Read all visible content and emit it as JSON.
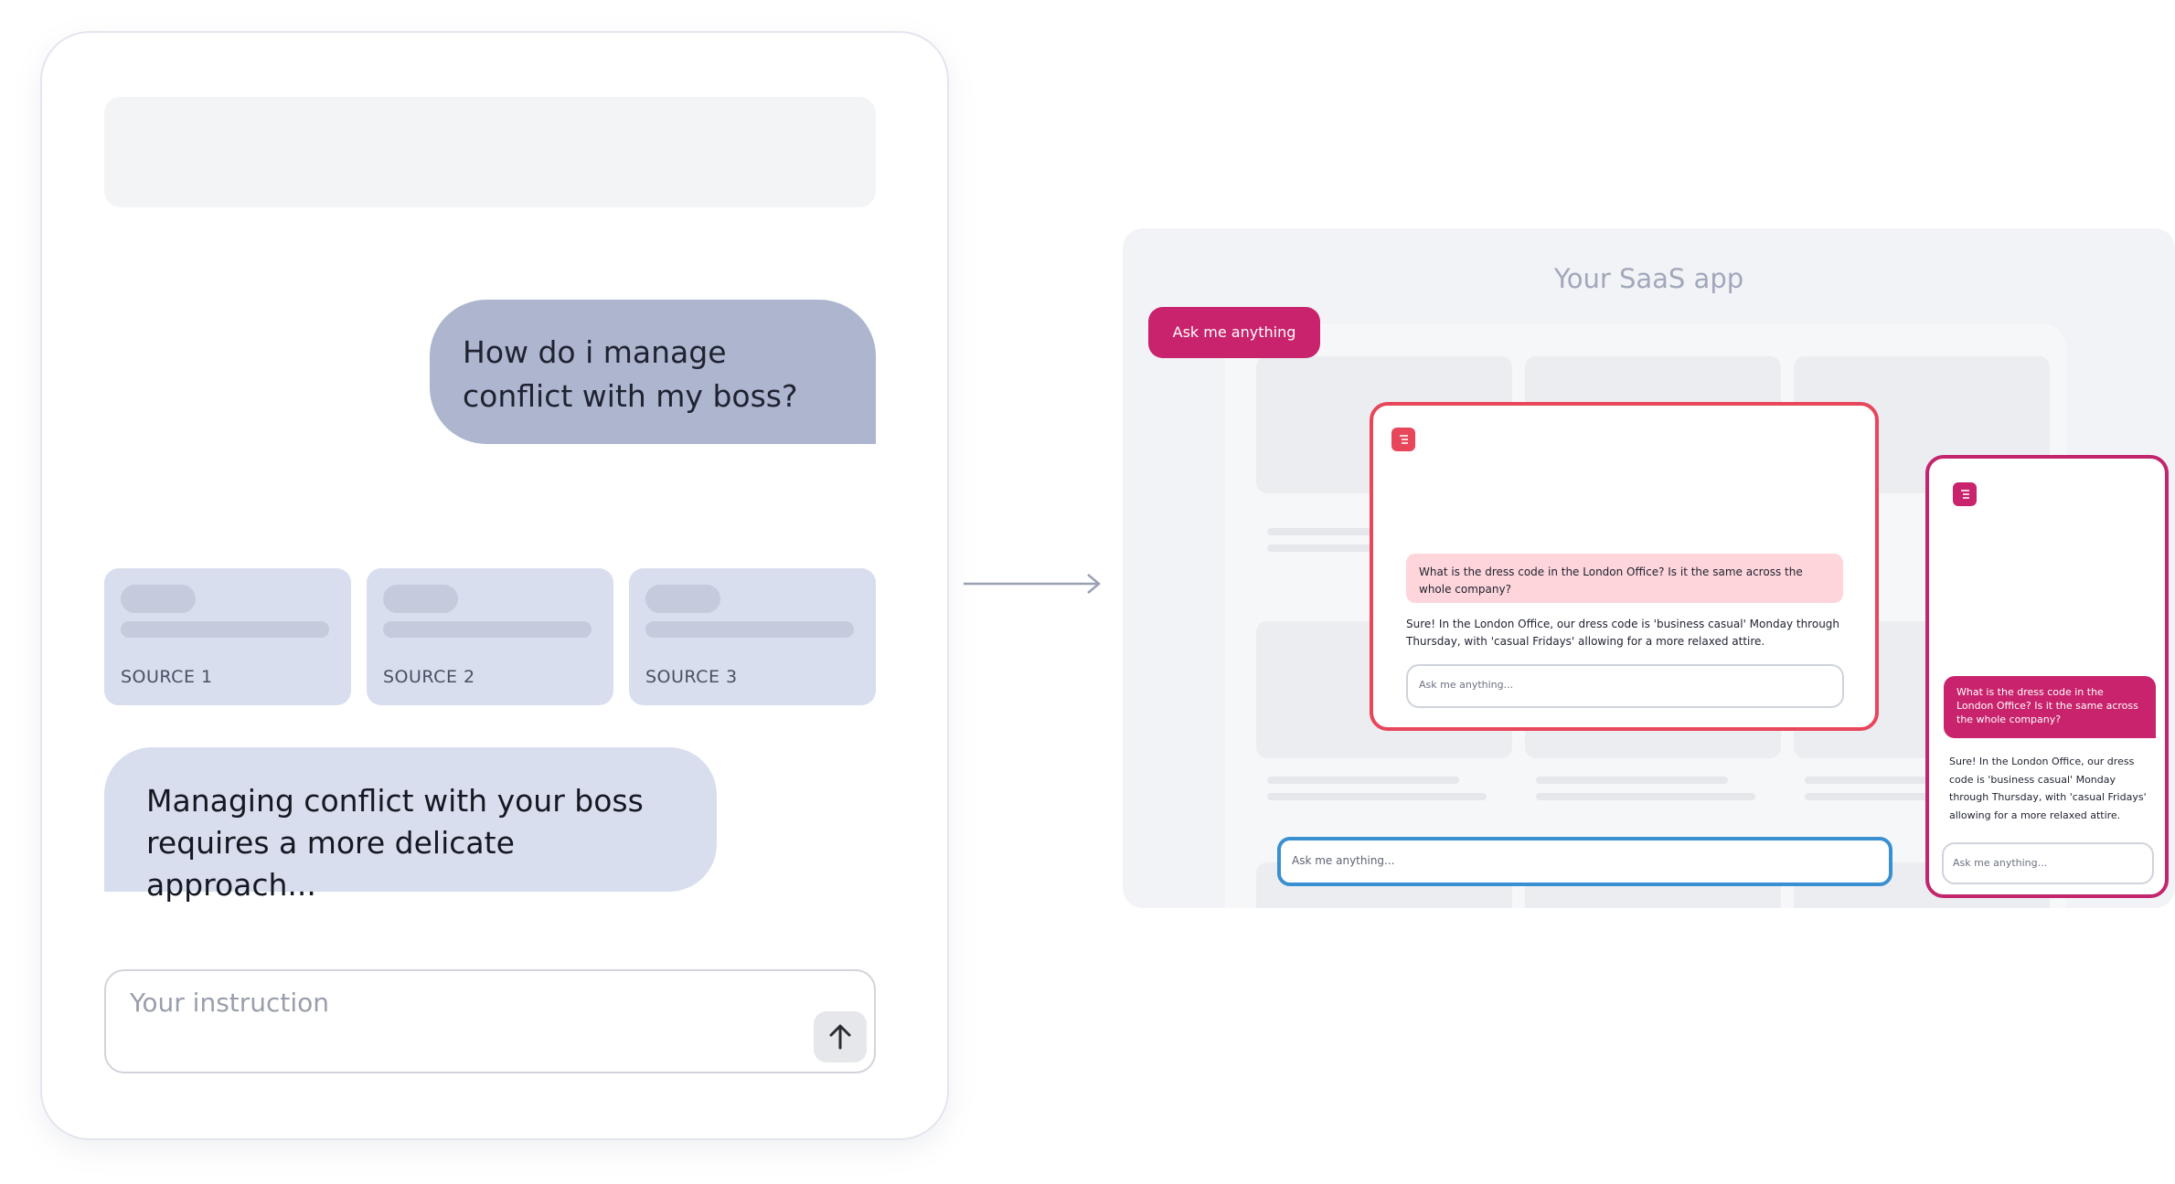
{
  "chat": {
    "user_message": "How do i manage conflict with my boss?",
    "sources": [
      "SOURCE 1",
      "SOURCE 2",
      "SOURCE 3"
    ],
    "assistant_message": "Managing conflict with your boss requires a more delicate approach...",
    "input_placeholder": "Your instruction"
  },
  "saas": {
    "title": "Your SaaS app",
    "launcher_label": "Ask me anything",
    "desktop_widget": {
      "question": "What is the dress code in the London Office? Is it the same across the whole company?",
      "answer": "Sure! In the London Office, our dress code is 'business casual' Monday through Thursday, with 'casual Fridays' allowing for a more relaxed attire.",
      "input_placeholder": "Ask me anything..."
    },
    "mobile_widget": {
      "question": "What is the dress code in the London Office? Is it the same across the whole company?",
      "answer": "Sure! In the London Office, our dress code is 'business casual' Monday through Thursday, with 'casual Fridays' allowing for a more relaxed attire.",
      "input_placeholder": "Ask me anything..."
    },
    "inline_input_placeholder": "Ask me anything..."
  },
  "colors": {
    "user_bubble": "#adb5cf",
    "assistant_bubble": "#d8deed",
    "brand_pink": "#c8236c",
    "widget_red": "#e8465a",
    "inline_blue": "#3a8fd1"
  },
  "icons": [
    "arrow-up-icon",
    "arrow-right-icon",
    "chat-menu-icon"
  ]
}
